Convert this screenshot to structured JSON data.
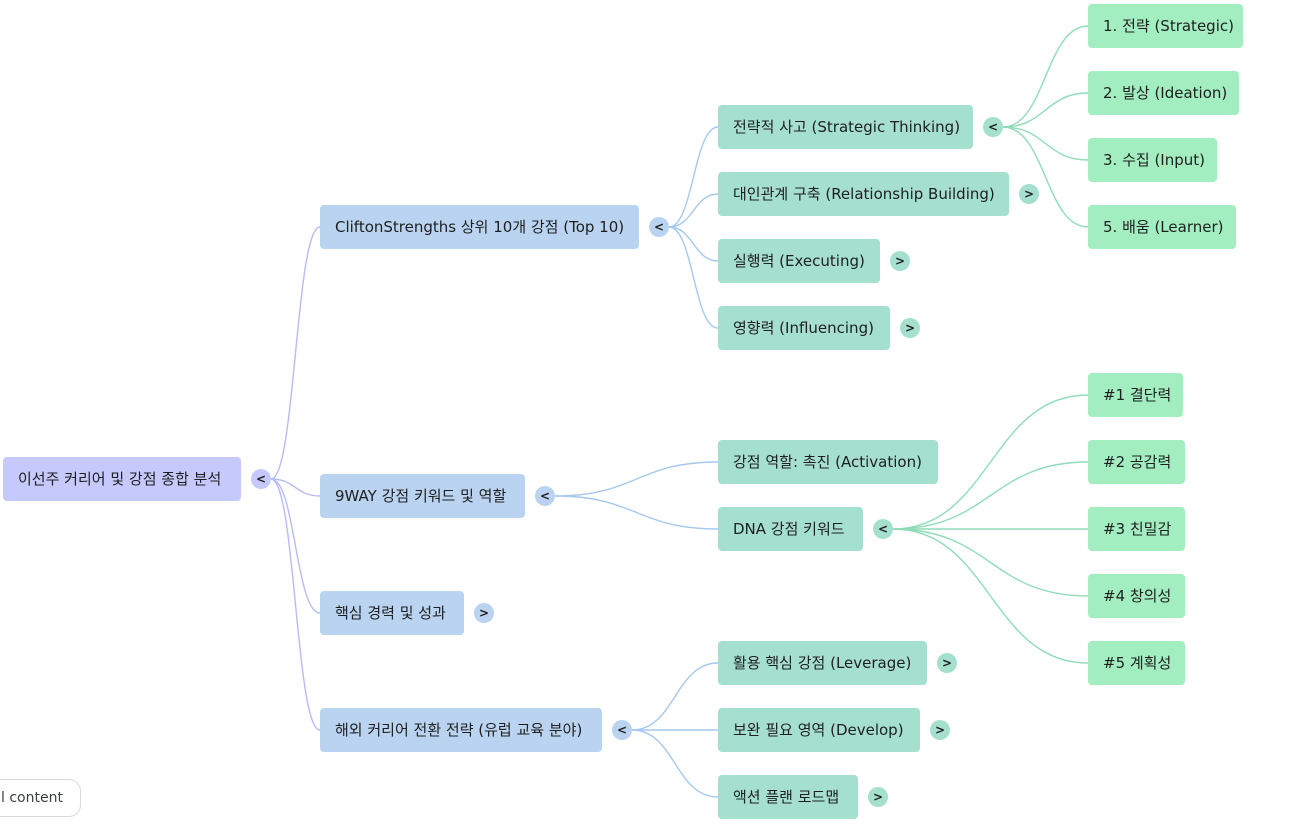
{
  "mindmap": {
    "root": {
      "label": "이선주 커리어 및 강점 종합 분석",
      "expanded": true,
      "children": [
        {
          "label": "CliftonStrengths 상위 10개 강점 (Top 10)",
          "expanded": true,
          "children": [
            {
              "label": "전략적 사고 (Strategic Thinking)",
              "expanded": true,
              "children": [
                {
                  "label": "1. 전략 (Strategic)"
                },
                {
                  "label": "2. 발상 (Ideation)"
                },
                {
                  "label": "3. 수집 (Input)"
                },
                {
                  "label": "5. 배움 (Learner)"
                }
              ]
            },
            {
              "label": "대인관계 구축 (Relationship Building)",
              "expanded": false
            },
            {
              "label": "실행력 (Executing)",
              "expanded": false
            },
            {
              "label": "영향력 (Influencing)",
              "expanded": false
            }
          ]
        },
        {
          "label": "9WAY 강점 키워드 및 역할",
          "expanded": true,
          "children": [
            {
              "label": "강점 역할: 촉진 (Activation)"
            },
            {
              "label": "DNA 강점 키워드",
              "expanded": true,
              "children": [
                {
                  "label": "#1 결단력"
                },
                {
                  "label": "#2 공감력"
                },
                {
                  "label": "#3 친밀감"
                },
                {
                  "label": "#4 창의성"
                },
                {
                  "label": "#5 계획성"
                }
              ]
            }
          ]
        },
        {
          "label": "핵심 경력 및 성과",
          "expanded": false
        },
        {
          "label": "해외 커리어 전환 전략 (유럽 교육 분야)",
          "expanded": true,
          "children": [
            {
              "label": "활용 핵심 강점 (Leverage)",
              "expanded": false
            },
            {
              "label": "보완 필요 영역 (Develop)",
              "expanded": false
            },
            {
              "label": "액션 플랜 로드맵",
              "expanded": false
            }
          ]
        }
      ]
    },
    "toggle_glyphs": {
      "expanded": "<",
      "collapsed": ">"
    }
  },
  "footer_chip": {
    "label": "l content"
  },
  "colors": {
    "root": "#c5c9fb",
    "level1": "#b9d3f0",
    "level2": "#a5e0cf",
    "level3": "#a2eec1"
  }
}
